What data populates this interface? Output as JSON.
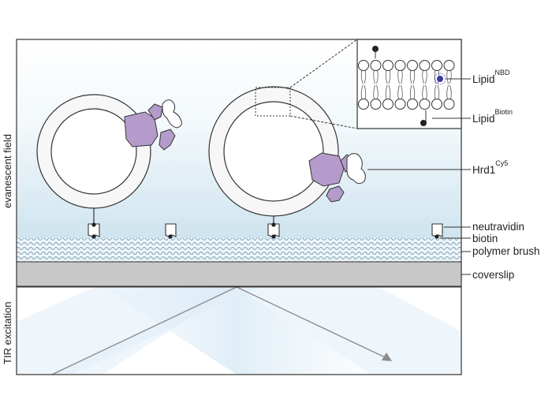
{
  "side_labels": {
    "top": "evanescent field",
    "bottom": "TIR excitation"
  },
  "labels": {
    "lipid_nbd_base": "Lipid",
    "lipid_nbd_sup": "NBD",
    "lipid_biotin_base": "Lipid",
    "lipid_biotin_sup": "Biotin",
    "hrd1_base": "Hrd1",
    "hrd1_sup": "Cy5",
    "neutravidin": "neutravidin",
    "biotin": "biotin",
    "polymer_brush": "polymer brush",
    "coverslip": "coverslip"
  },
  "colors": {
    "protein": "#b59bcb",
    "protein_stroke": "#333333",
    "coverslip": "#c8c8c8",
    "brush": "#7fa3b8",
    "field_gradient": "#cfe4ef",
    "nbd_dot": "#3b3b9a",
    "arrow": "#8a8a8a"
  }
}
